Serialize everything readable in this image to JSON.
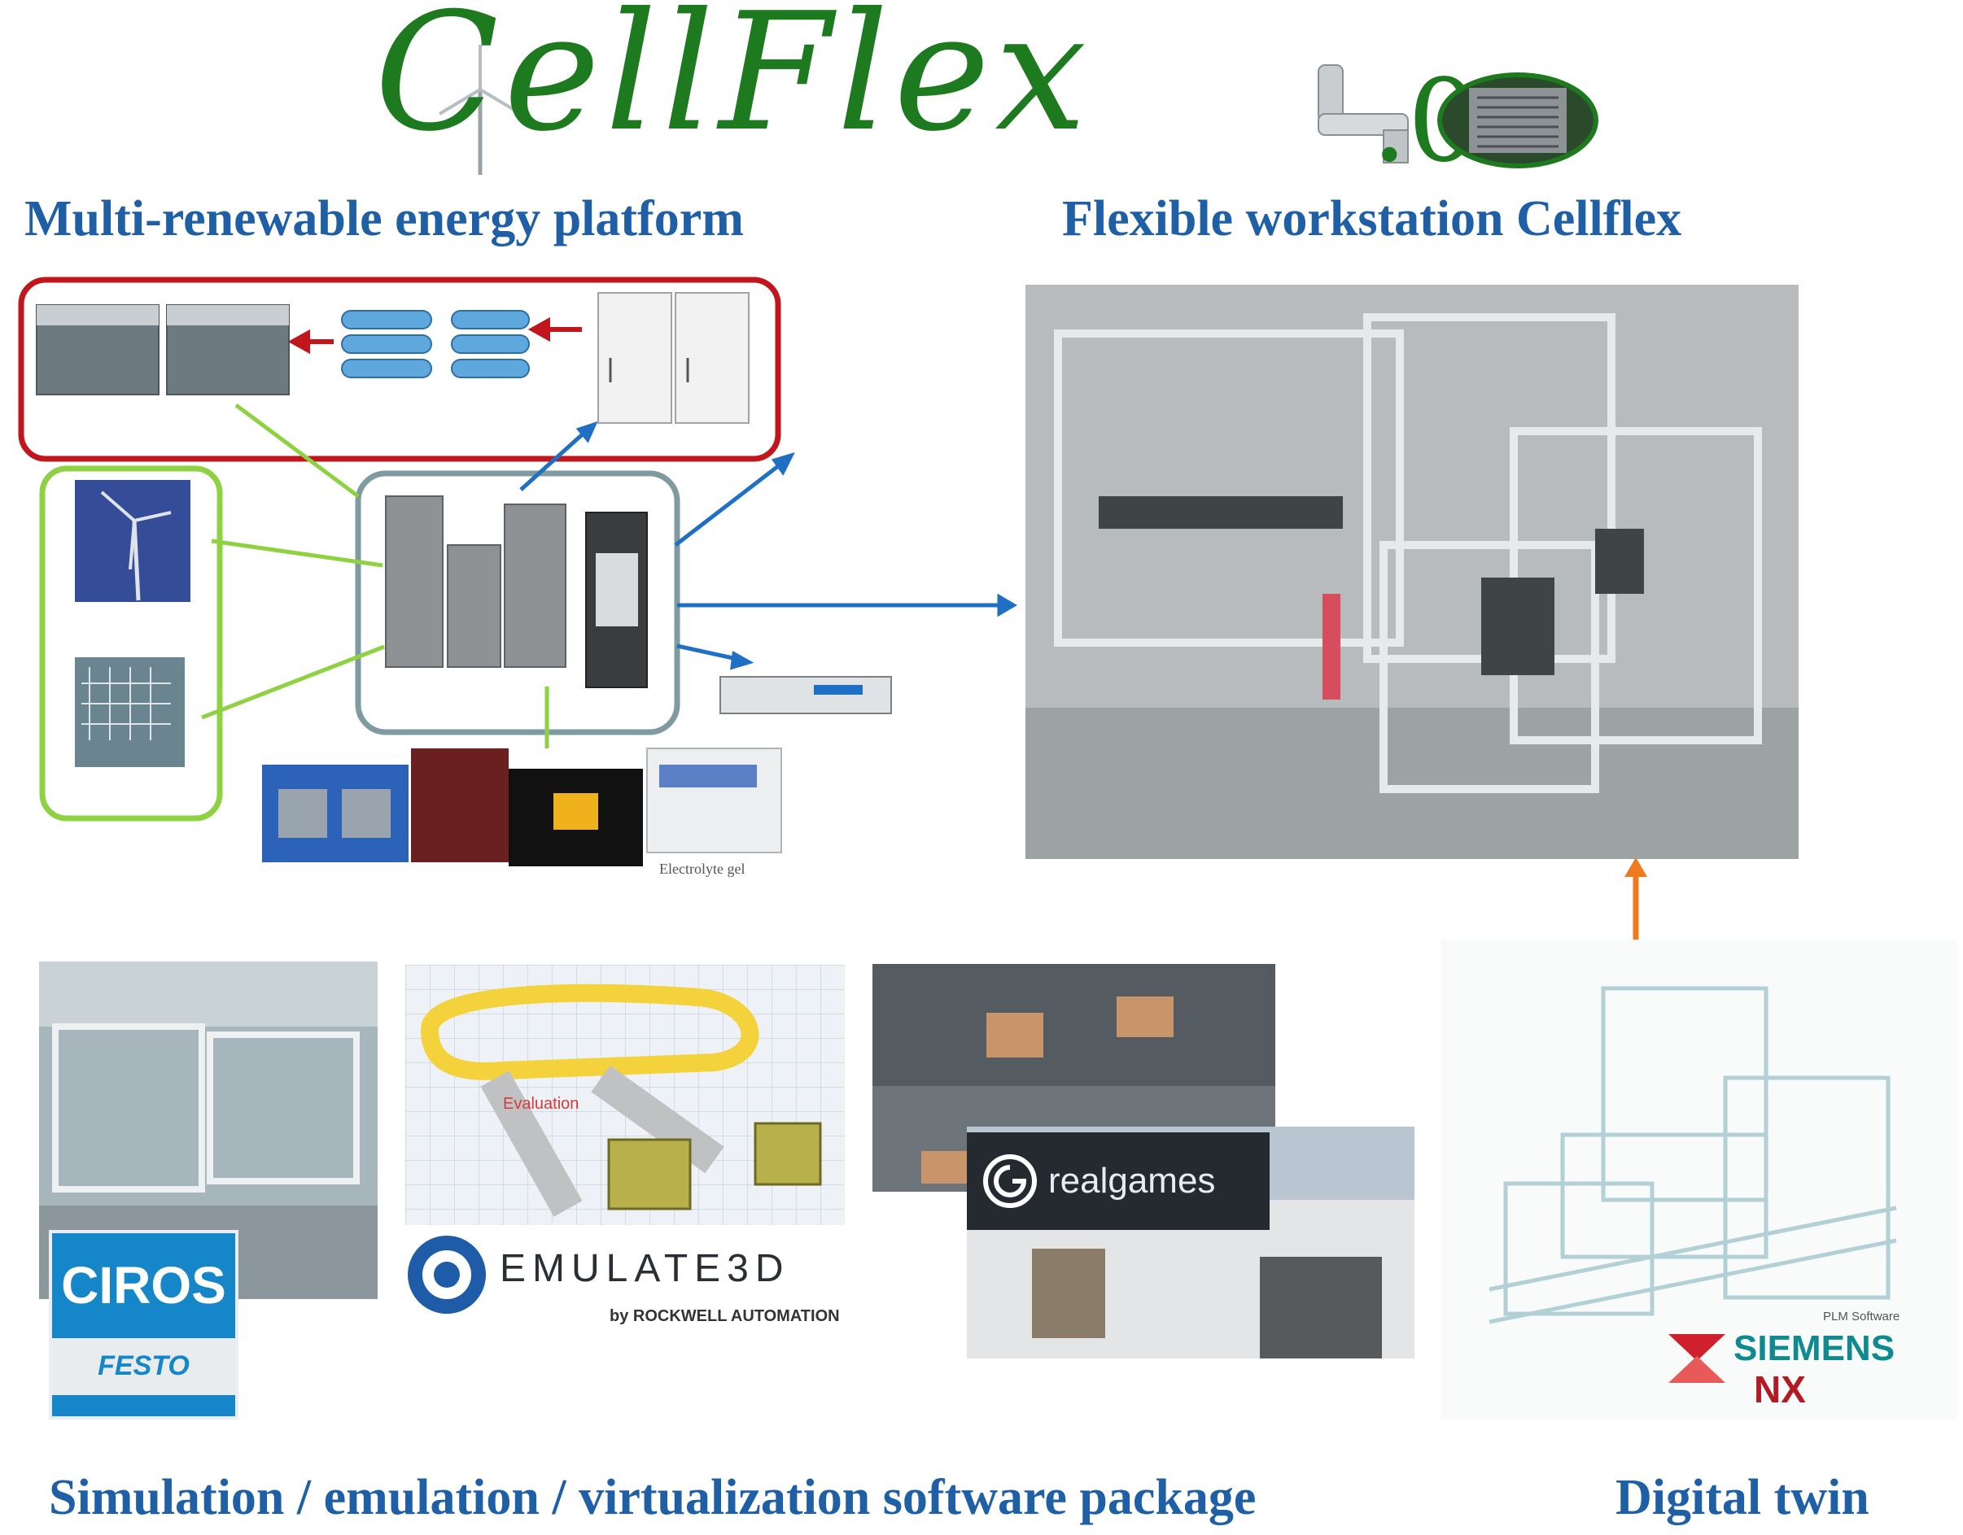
{
  "logo": {
    "text": "CellFlex",
    "suffix": ".0"
  },
  "headings": {
    "energy": "Multi-renewable energy platform",
    "workstation": "Flexible workstation Cellflex",
    "software": "Simulation / emulation / virtualization software package",
    "twin": "Digital twin"
  },
  "software_logos": {
    "ciros": "CIROS",
    "festo": "FESTO",
    "emulate": "EMULATE3D",
    "rockwell": "by ROCKWELL AUTOMATION",
    "realgames": "realgames",
    "evaluation": "Evaluation"
  },
  "twin_logos": {
    "plm": "PLM Software",
    "siemens": "SIEMENS",
    "nx": "NX"
  },
  "battery_label": "Electrolyte gel",
  "colors": {
    "logo_green": "#1e7a1e",
    "heading_blue": "#1f5fa6",
    "red_frame": "#c0161c",
    "green_frame": "#8ed142",
    "gray_frame": "#7f9aa0",
    "blue_arrow": "#1f6fc5",
    "orange_arrow": "#f07a1f"
  }
}
